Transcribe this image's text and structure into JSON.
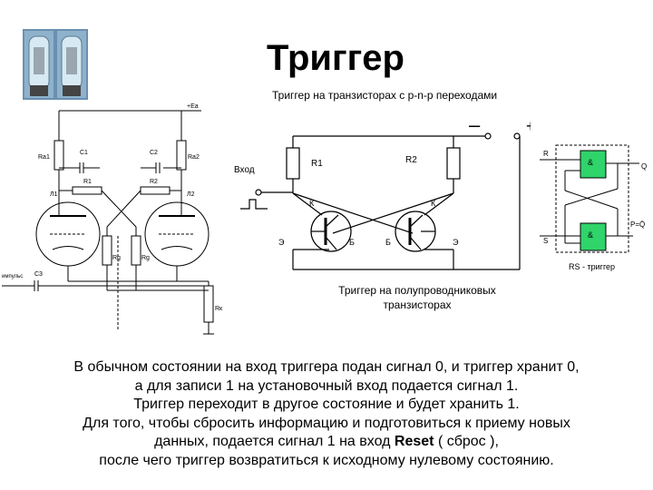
{
  "slide": {
    "title": "Триггер",
    "subtitle": "Триггер на транзисторах с p-n-p переходами",
    "semiconductor_caption_line1": "Триггер на полупроводниковых",
    "semiconductor_caption_line2": "транзисторах",
    "body": {
      "line1": "В обычном состоянии на вход триггера подан сигнал 0, и триггер хранит 0,",
      "line2": "а для записи 1 на установочный вход подается сигнал 1.",
      "line3": "Триггер переходит в другое состояние и будет хранить 1.",
      "line4": "Для того, чтобы сбросить информацию и подготовиться к приему новых",
      "line5_before": "данных, подается сигнал 1 на вход ",
      "line5_bold": "Reset",
      "line5_after": " ( сброс ),",
      "line6": "после чего триггер возвратиться к исходному нулевому состоянию."
    }
  },
  "transistor_schematic": {
    "minus": "–",
    "plus": "+",
    "input_label": "Вход",
    "r1": "R1",
    "r2": "R2",
    "k_left": "К",
    "k_right": "К",
    "e_left": "Э",
    "b_left": "Б",
    "b_right": "Б",
    "e_right": "Э"
  },
  "tube_schematic": {
    "ea": "+Eа",
    "ra1": "Rа1",
    "ra2": "Rа2",
    "c1": "C1",
    "c2": "C2",
    "r1": "R1",
    "r2": "R2",
    "l1": "Л1",
    "l2": "Л2",
    "rg1": "Rg",
    "rg2": "Rg",
    "c3": "C3",
    "rk": "Rк",
    "input": "импульс"
  },
  "rs_trigger": {
    "r_input": "R",
    "s_input": "S",
    "q_output": "Q",
    "qbar_output": "P=Q̄",
    "gate_top": "&",
    "gate_bottom": "&",
    "caption": "RS - триггер"
  },
  "colors": {
    "gate_fill": "#2fd46a",
    "tube_glass": "#bcd8e6",
    "photo_bg": "#6a8fb0"
  }
}
